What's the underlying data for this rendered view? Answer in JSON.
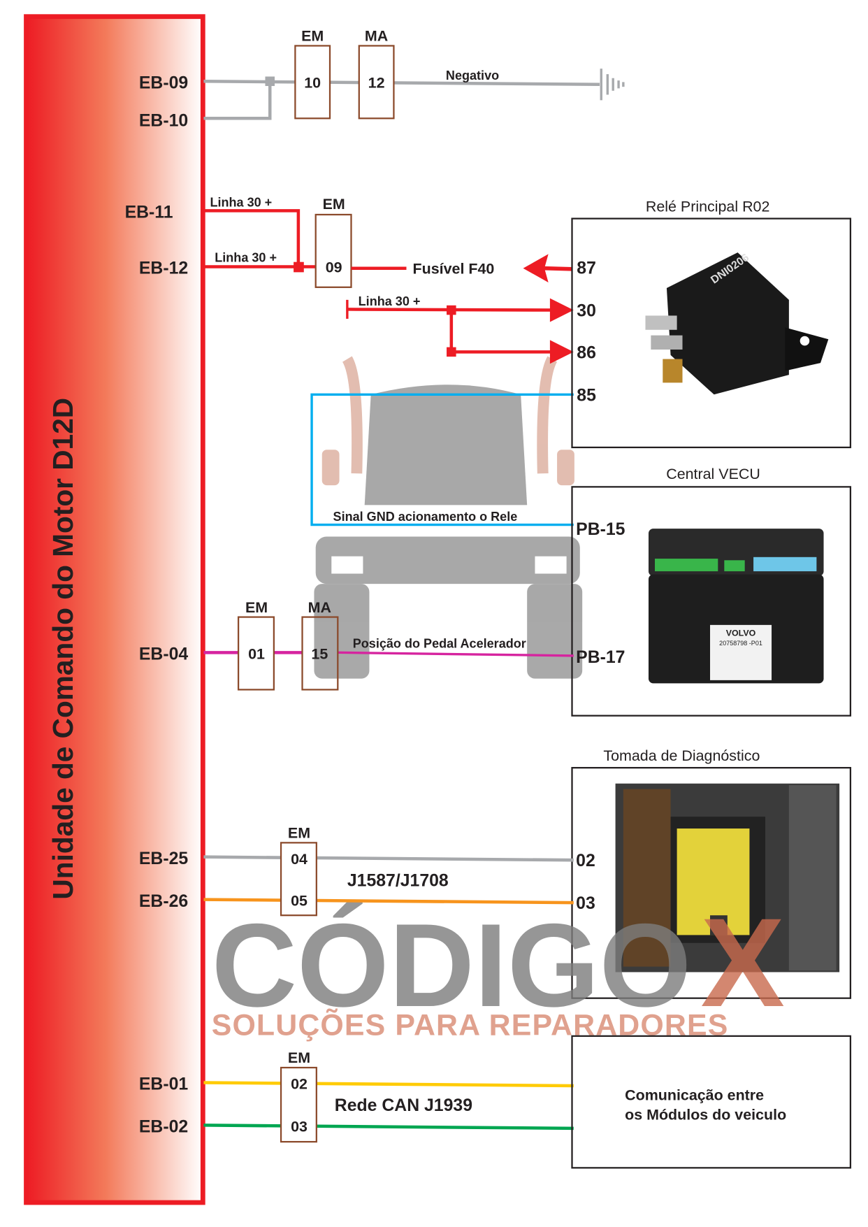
{
  "ecu": {
    "title": "Unidade de Comando do Motor D12D"
  },
  "ground_group": {
    "pins": [
      "EB-09",
      "EB-10"
    ],
    "connectors": [
      {
        "type": "EM",
        "number": "10"
      },
      {
        "type": "MA",
        "number": "12"
      }
    ],
    "wire_label": "Negativo",
    "wire_color": "#a7a9ac"
  },
  "relay_group": {
    "pins": [
      "EB-11",
      "EB-12"
    ],
    "line_label_1": "Linha 30 +",
    "line_label_2": "Linha 30 +",
    "line_label_3": "Linha 30 +",
    "connector": {
      "type": "EM",
      "number": "09"
    },
    "fuse_label": "Fusível F40",
    "wire_color": "#ed1c24",
    "signal_label": "Sinal GND acionamento o Rele",
    "signal_color": "#00aeef"
  },
  "relay": {
    "title": "Relé Principal R02",
    "pins": [
      "87",
      "30",
      "86",
      "85"
    ],
    "photo_text": "DNI0206"
  },
  "vecu": {
    "title": "Central VECU",
    "pins": [
      "PB-15",
      "PB-17"
    ],
    "photo_brand": "VOLVO",
    "photo_code": "20758798 -P01"
  },
  "pedal_group": {
    "pin": "EB-04",
    "connectors": [
      {
        "type": "EM",
        "number": "01"
      },
      {
        "type": "MA",
        "number": "15"
      }
    ],
    "wire_label": "Posição do Pedal Acelerador",
    "wire_color": "#d6249f"
  },
  "watermark": {
    "brand": "CÓDIGO",
    "brand_x": "X",
    "tagline": "SOLUÇÕES PARA REPARADORES"
  },
  "diag": {
    "title": "Tomada de Diagnóstico",
    "pins": [
      "02",
      "03"
    ]
  },
  "j1587_group": {
    "pins": [
      "EB-25",
      "EB-26"
    ],
    "connector_type": "EM",
    "numbers": [
      "04",
      "05"
    ],
    "bus_label": "J1587/J1708",
    "colors": [
      "#a7a9ac",
      "#f7941d"
    ]
  },
  "can_group": {
    "pins": [
      "EB-01",
      "EB-02"
    ],
    "connector_type": "EM",
    "numbers": [
      "02",
      "03"
    ],
    "bus_label": "Rede CAN J1939",
    "target_line_1": "Comunicação entre",
    "target_line_2": "os Módulos do veiculo",
    "colors": [
      "#ffcb05",
      "#00a651"
    ]
  }
}
